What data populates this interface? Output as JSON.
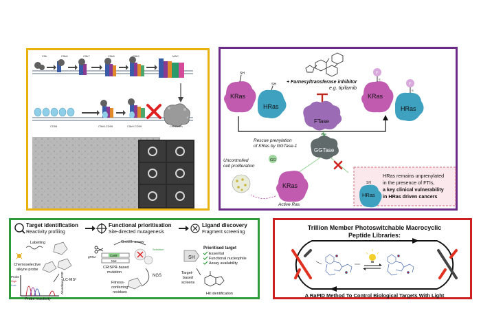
{
  "complement": {
    "labels": [
      "C5b",
      "C5b6",
      "C5b7",
      "C5b8",
      "C5b9",
      "MAC",
      "CD59",
      "C5b8-CD59",
      "C5b9-CD59",
      "Cell Death"
    ]
  },
  "ras": {
    "inhibitor": "+ Farnesyltransferase inhibitor",
    "example": "e.g. tipifarnib",
    "kras": "KRas",
    "hras": "HRas",
    "ftase": "FTase",
    "ggtase": "GGTase",
    "sh": "SH",
    "f": "F",
    "s": "S",
    "gg": "GG",
    "rescue_1": "Rescue prenylation",
    "rescue_2": "of KRas by GGTase-1",
    "uncontrolled_1": "Uncontrolled",
    "uncontrolled_2": "cell proliferation",
    "active": "Active Ras",
    "note_1": "HRas remains unprenylated",
    "note_2": "in the presence of FTIs,",
    "note_3": "a key clinical vulnerability",
    "note_4": "in HRas driven cancers"
  },
  "workflow": {
    "step1_title": "Target identification",
    "step1_sub": "Reactivity profiling",
    "step2_title": "Functional prioritisation",
    "step2_sub": "Site-directed mutagenesis",
    "step3_title": "Ligand discovery",
    "step3_sub": "Fragment screening",
    "labelling": "Labelling",
    "probe_1": "Chemoselective",
    "probe_2": "alkyne probe",
    "lcms": "LC-MS²",
    "probe_dose": "Probe",
    "dose_high": "High",
    "dose_low": "Low",
    "abundance": "Abundance ESR",
    "reactivity": "Probe reactivity",
    "growth": "Growth assay",
    "crispr_1": "CRISPR-based",
    "crispr_2": "mutation",
    "fitness_1": "Fitness-",
    "fitness_2": "conferring",
    "fitness_3": "residues",
    "ngs": "NGS",
    "grna": "gRNA",
    "cas9": "Cas9",
    "mut": "Mut",
    "selection": "Selection",
    "prior_title": "Prioritised target",
    "prior_items": [
      "Essential",
      "Functional nucleophile",
      "Assay availability"
    ],
    "sh": "SH",
    "target_1": "Target-",
    "target_2": "based",
    "target_3": "screens",
    "hit": "Hit identification"
  },
  "peptide": {
    "title_1": "Trillion Member Photoswitchable Macrocyclic",
    "title_2": "Peptide Libraries:",
    "subtitle": "A RaPID Method To Control Biological Targets With Light"
  }
}
